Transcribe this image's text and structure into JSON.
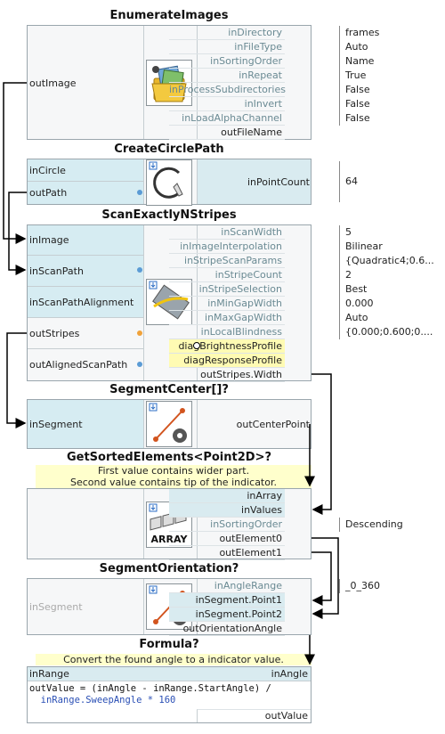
{
  "nodes": {
    "enumerate": {
      "title": "EnumerateImages",
      "out_image": "outImage",
      "params": [
        "inDirectory",
        "inFileType",
        "inSortingOrder",
        "inRepeat",
        "inProcessSubdirectories",
        "inInvert",
        "inLoadAlphaChannel"
      ],
      "values": [
        "frames",
        "Auto",
        "Name",
        "True",
        "False",
        "False",
        "False"
      ],
      "out_file_name": "outFileName"
    },
    "circle": {
      "title": "CreateCirclePath",
      "in_circle": "inCircle",
      "out_path": "outPath",
      "in_point_count": "inPointCount",
      "point_count_value": "64"
    },
    "scan": {
      "title": "ScanExactlyNStripes",
      "in_image": "inImage",
      "in_scan_path": "inScanPath",
      "in_scan_path_alignment": "inScanPathAlignment",
      "out_stripes": "outStripes",
      "out_aligned_scan_path": "outAlignedScanPath",
      "params": [
        "inScanWidth",
        "inImageInterpolation",
        "inStripeScanParams",
        "inStripeCount",
        "inStripeSelection",
        "inMinGapWidth",
        "inMaxGapWidth",
        "inLocalBlindness"
      ],
      "values": [
        "5",
        "Bilinear",
        "{Quadratic4;0.6...",
        "2",
        "Best",
        "0.000",
        "Auto",
        "{0.000;0.600;0...."
      ],
      "diag": [
        "diagBrightnessProfile",
        "diagResponseProfile"
      ],
      "out_width": "outStripes.Width"
    },
    "segcenter": {
      "title": "SegmentCenter[]?",
      "in_segment": "inSegment",
      "out_center": "outCenterPoint"
    },
    "sorted": {
      "title": "GetSortedElements<Point2D>?",
      "comment_line1": "First value contains wider part.",
      "comment_line2": "Second value contains tip of the indicator.",
      "ports": [
        "inArray",
        "inValues",
        "inSortingOrder",
        "outElement0",
        "outElement1"
      ],
      "sorting_value": "Descending",
      "array_label": "ARRAY"
    },
    "orient": {
      "title": "SegmentOrientation?",
      "in_segment": "inSegment",
      "ports": [
        "inAngleRange",
        "inSegment.Point1",
        "inSegment.Point2",
        "outOrientationAngle"
      ],
      "angle_range_value": "_0_360"
    },
    "formula": {
      "title": "Formula?",
      "comment": "Convert the found angle to a indicator value.",
      "in_range": "inRange",
      "in_angle": "inAngle",
      "code_line1": "outValue = (inAngle - inRange.StartAngle) /",
      "code_line2": "  inRange.SweepAngle * 160",
      "out_value": "outValue"
    }
  },
  "colors": {
    "highlight": "#d6ecf2",
    "diag": "#fffbb3",
    "comment": "#ffffcc",
    "wire": "#000000",
    "border": "#9aa6ad",
    "port_dim": "#6a8a93",
    "code_keyword": "#2a4fb5"
  }
}
